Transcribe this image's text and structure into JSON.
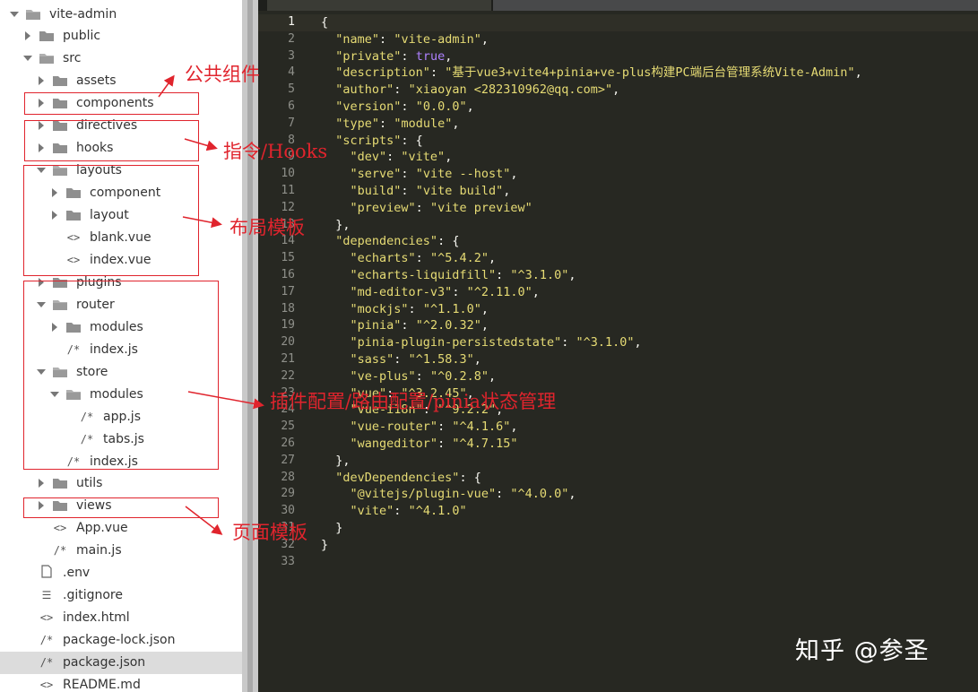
{
  "explorer": {
    "items": [
      {
        "label": "vite-admin",
        "type": "folder",
        "expanded": true,
        "depth": 0
      },
      {
        "label": "public",
        "type": "folder",
        "expanded": false,
        "depth": 1
      },
      {
        "label": "src",
        "type": "folder",
        "expanded": true,
        "depth": 1
      },
      {
        "label": "assets",
        "type": "folder",
        "expanded": false,
        "depth": 2
      },
      {
        "label": "components",
        "type": "folder",
        "expanded": false,
        "depth": 2
      },
      {
        "label": "directives",
        "type": "folder",
        "expanded": false,
        "depth": 2
      },
      {
        "label": "hooks",
        "type": "folder",
        "expanded": false,
        "depth": 2
      },
      {
        "label": "layouts",
        "type": "folder",
        "expanded": true,
        "depth": 2
      },
      {
        "label": "component",
        "type": "folder",
        "expanded": false,
        "depth": 3
      },
      {
        "label": "layout",
        "type": "folder",
        "expanded": false,
        "depth": 3
      },
      {
        "label": "blank.vue",
        "type": "file",
        "icon": "<>",
        "depth": 3
      },
      {
        "label": "index.vue",
        "type": "file",
        "icon": "<>",
        "depth": 3
      },
      {
        "label": "plugins",
        "type": "folder",
        "expanded": false,
        "depth": 2
      },
      {
        "label": "router",
        "type": "folder",
        "expanded": true,
        "depth": 2
      },
      {
        "label": "modules",
        "type": "folder",
        "expanded": false,
        "depth": 3
      },
      {
        "label": "index.js",
        "type": "file",
        "icon": "/*",
        "depth": 3
      },
      {
        "label": "store",
        "type": "folder",
        "expanded": true,
        "depth": 2
      },
      {
        "label": "modules",
        "type": "folder",
        "expanded": true,
        "depth": 3
      },
      {
        "label": "app.js",
        "type": "file",
        "icon": "/*",
        "depth": 4
      },
      {
        "label": "tabs.js",
        "type": "file",
        "icon": "/*",
        "depth": 4
      },
      {
        "label": "index.js",
        "type": "file",
        "icon": "/*",
        "depth": 3
      },
      {
        "label": "utils",
        "type": "folder",
        "expanded": false,
        "depth": 2
      },
      {
        "label": "views",
        "type": "folder",
        "expanded": false,
        "depth": 2
      },
      {
        "label": "App.vue",
        "type": "file",
        "icon": "<>",
        "depth": 2
      },
      {
        "label": "main.js",
        "type": "file",
        "icon": "/*",
        "depth": 2
      },
      {
        "label": ".env",
        "type": "file",
        "icon": "doc",
        "depth": 1
      },
      {
        "label": ".gitignore",
        "type": "file",
        "icon": "lines",
        "depth": 1
      },
      {
        "label": "index.html",
        "type": "file",
        "icon": "<>",
        "depth": 1
      },
      {
        "label": "package-lock.json",
        "type": "file",
        "icon": "/*",
        "depth": 1
      },
      {
        "label": "package.json",
        "type": "file",
        "icon": "/*",
        "depth": 1,
        "selected": true
      },
      {
        "label": "README.md",
        "type": "file",
        "icon": "<>",
        "depth": 1
      }
    ]
  },
  "editor": {
    "current_line": 1,
    "lines": [
      "{",
      "  \"name\": \"vite-admin\",",
      "  \"private\": true,",
      "  \"description\": \"基于vue3+vite4+pinia+ve-plus构建PC端后台管理系统Vite-Admin\",",
      "  \"author\": \"xiaoyan <282310962@qq.com>\",",
      "  \"version\": \"0.0.0\",",
      "  \"type\": \"module\",",
      "  \"scripts\": {",
      "    \"dev\": \"vite\",",
      "    \"serve\": \"vite --host\",",
      "    \"build\": \"vite build\",",
      "    \"preview\": \"vite preview\"",
      "  },",
      "  \"dependencies\": {",
      "    \"echarts\": \"^5.4.2\",",
      "    \"echarts-liquidfill\": \"^3.1.0\",",
      "    \"md-editor-v3\": \"^2.11.0\",",
      "    \"mockjs\": \"^1.1.0\",",
      "    \"pinia\": \"^2.0.32\",",
      "    \"pinia-plugin-persistedstate\": \"^3.1.0\",",
      "    \"sass\": \"^1.58.3\",",
      "    \"ve-plus\": \"^0.2.8\",",
      "    \"vue\": \"^3.2.45\",",
      "    \"vue-i18n\": \"^9.2.2\",",
      "    \"vue-router\": \"^4.1.6\",",
      "    \"wangeditor\": \"^4.7.15\"",
      "  },",
      "  \"devDependencies\": {",
      "    \"@vitejs/plugin-vue\": \"^4.0.0\",",
      "    \"vite\": \"^4.1.0\"",
      "  }",
      "}",
      ""
    ]
  },
  "annotations": {
    "components": "公共组件",
    "directives_hooks": "指令/Hooks",
    "layouts": "布局模板",
    "plugins_router_store": "插件配置/路由配置/pinia状态管理",
    "views": "页面模板"
  },
  "watermark": "知乎 @参圣",
  "colors": {
    "annotation": "#e0242d",
    "editor_bg": "#272822",
    "string": "#e6db74",
    "boolean": "#ae81ff"
  }
}
